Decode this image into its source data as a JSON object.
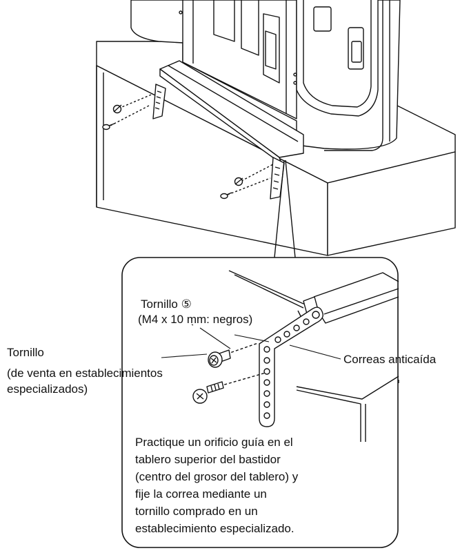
{
  "labels": {
    "screw5_title": "Tornillo ⑤",
    "screw5_spec": "(M4 x 10 mm: negros)",
    "screw_title": "Tornillo",
    "screw_spec_1": "(de venta en establecimientos",
    "screw_spec_2": "especializados)",
    "strap": "Correas anticaída"
  },
  "note_lines": [
    "Practique un orificio guía en el",
    "tablero superior del bastidor",
    "(centro del grosor del tablero) y",
    "fije la correa mediante un",
    "tornillo comprado en un",
    "establecimiento especializado."
  ]
}
